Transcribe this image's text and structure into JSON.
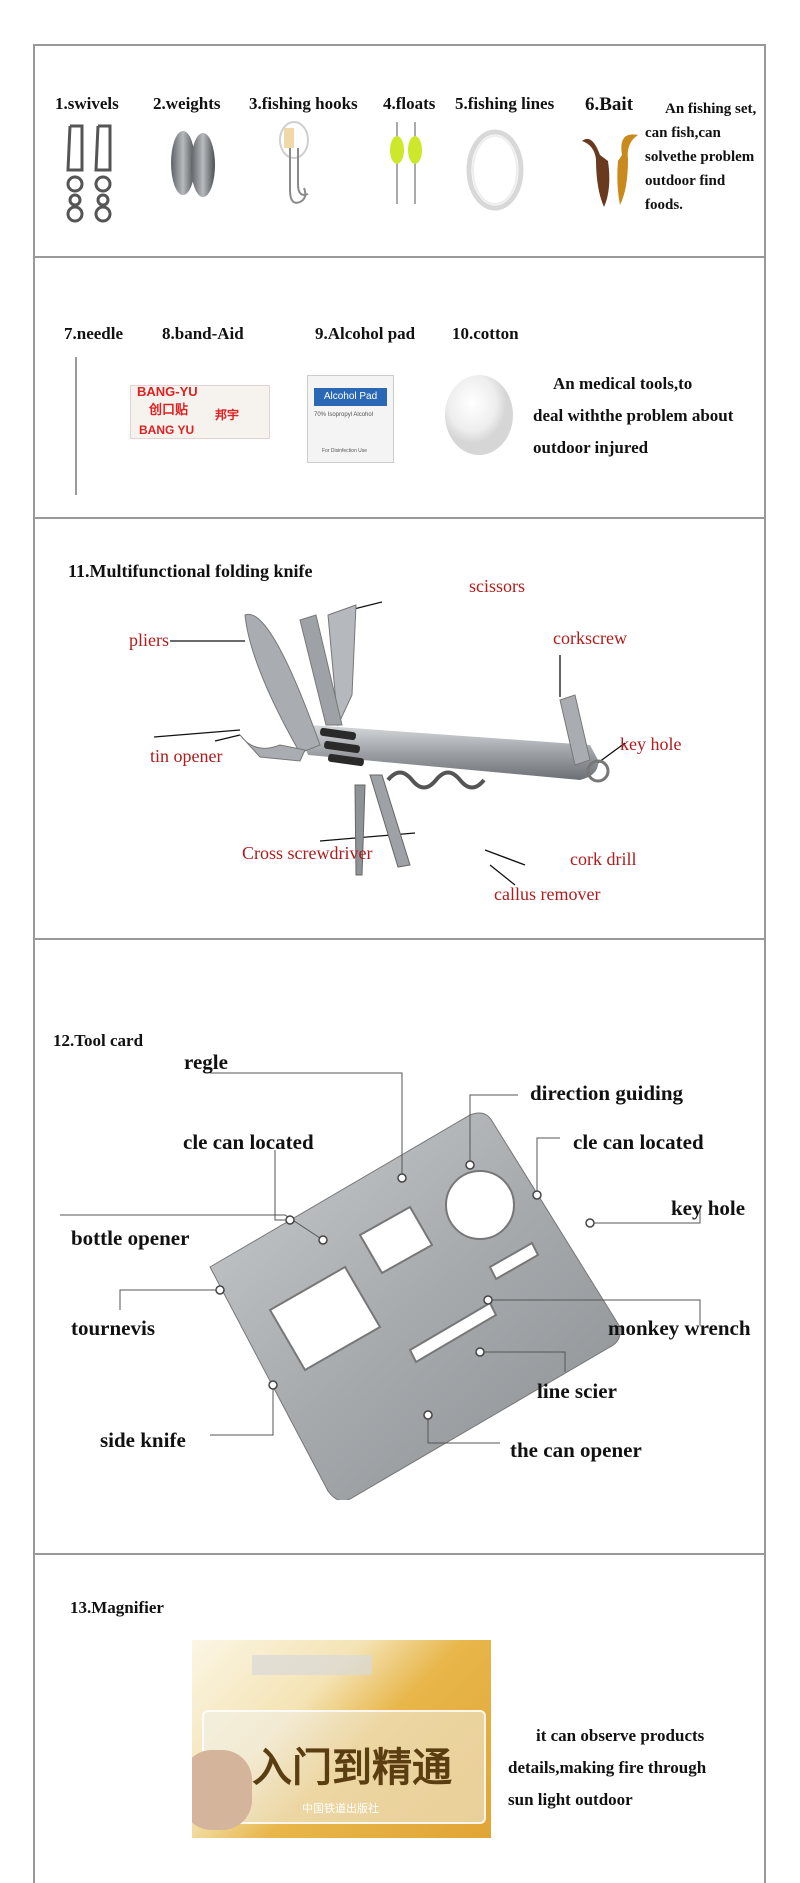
{
  "fishing": {
    "items": [
      {
        "label": "1.swivels"
      },
      {
        "label": "2.weights"
      },
      {
        "label": "3.fishing hooks"
      },
      {
        "label": "4.floats"
      },
      {
        "label": "5.fishing lines"
      },
      {
        "label": "6.Bait"
      }
    ],
    "desc_lines": [
      "An fishing set,",
      "can fish,can",
      "solvethe problem",
      "outdoor find",
      "foods."
    ]
  },
  "medical": {
    "items": [
      {
        "label": "7.needle"
      },
      {
        "label": "8.band-Aid"
      },
      {
        "label": "9.Alcohol pad"
      },
      {
        "label": "10.cotton"
      }
    ],
    "bandaid_text": {
      "brand_top": "BANG-YU",
      "cn": "创口贴",
      "cn_brand": "邦宇",
      "brand_bottom": "BANG YU"
    },
    "alcohol_text": {
      "title": "Alcohol Pad",
      "sub": "70% Isopropyl Alcohol",
      "note": "For Disinfection Use"
    },
    "desc_lines": [
      "An medical tools,to",
      "deal withthe problem about",
      "outdoor injured"
    ]
  },
  "knife": {
    "title": "11.Multifunctional folding knife",
    "labels": {
      "scissors": "scissors",
      "pliers": "pliers",
      "corkscrew": "corkscrew",
      "tin_opener": "tin opener",
      "key_hole": "key hole",
      "cross_screwdriver": "Cross screwdriver",
      "cork_drill": "cork drill",
      "callus_remover": "callus remover"
    }
  },
  "toolcard": {
    "title": "12.Tool card",
    "labels": {
      "regle": "regle",
      "direction_guiding": "direction guiding",
      "cle_left": "cle can located",
      "cle_right": "cle can located",
      "key_hole": "key hole",
      "bottle_opener": "bottle opener",
      "tournevis": "tournevis",
      "monkey_wrench": "monkey wrench",
      "line_scier": "line scier",
      "side_knife": "side knife",
      "can_opener": "the can opener"
    }
  },
  "magnifier": {
    "title": "13.Magnifier",
    "photo_text": {
      "big": "入门到精通",
      "small": "中国铁道出版社"
    },
    "desc_lines": [
      "it can observe products",
      "details,making fire through",
      "sun light outdoor"
    ]
  },
  "colors": {
    "annotation_red": "#b01b1b",
    "border": "#999999",
    "steel": "#a9adb1"
  }
}
